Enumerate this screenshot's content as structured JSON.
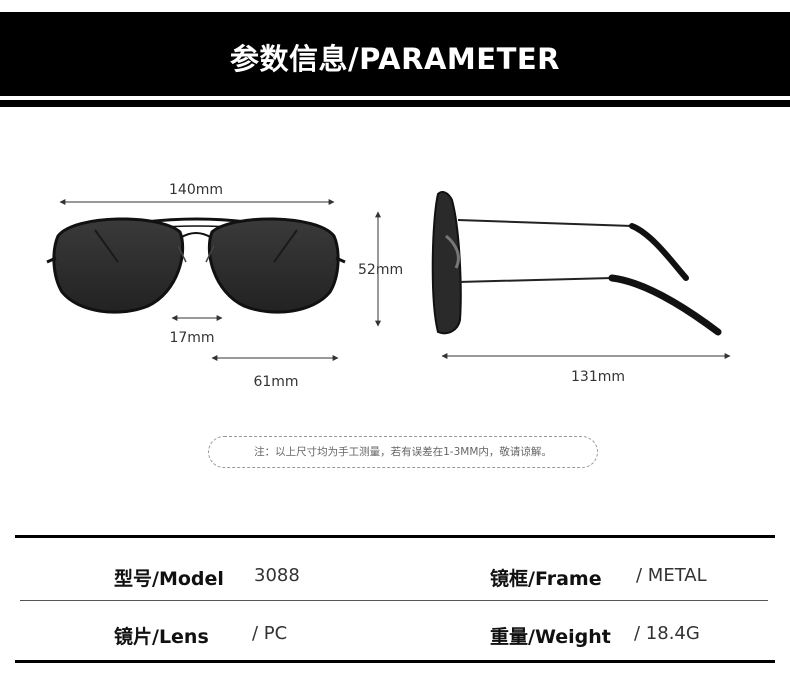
{
  "title": "参数信息/PARAMETER",
  "dimensions": {
    "total_width": "140mm",
    "lens_height": "52mm",
    "bridge": "17mm",
    "lens_width": "61mm",
    "temple_length": "131mm"
  },
  "note": "注：以上尺寸均为手工测量，若有误差在1-3MM内，敬请谅解。",
  "specs": [
    {
      "label": "型号/Model",
      "value": "3088"
    },
    {
      "label": "镜框/Frame",
      "value": "/  METAL"
    },
    {
      "label": "镜片/Lens",
      "value": "/  PC"
    },
    {
      "label": "重量/Weight",
      "value": "/  18.4G"
    }
  ],
  "colors": {
    "banner": "#000000",
    "lens": "#2b2b2b",
    "frame": "#111111"
  }
}
